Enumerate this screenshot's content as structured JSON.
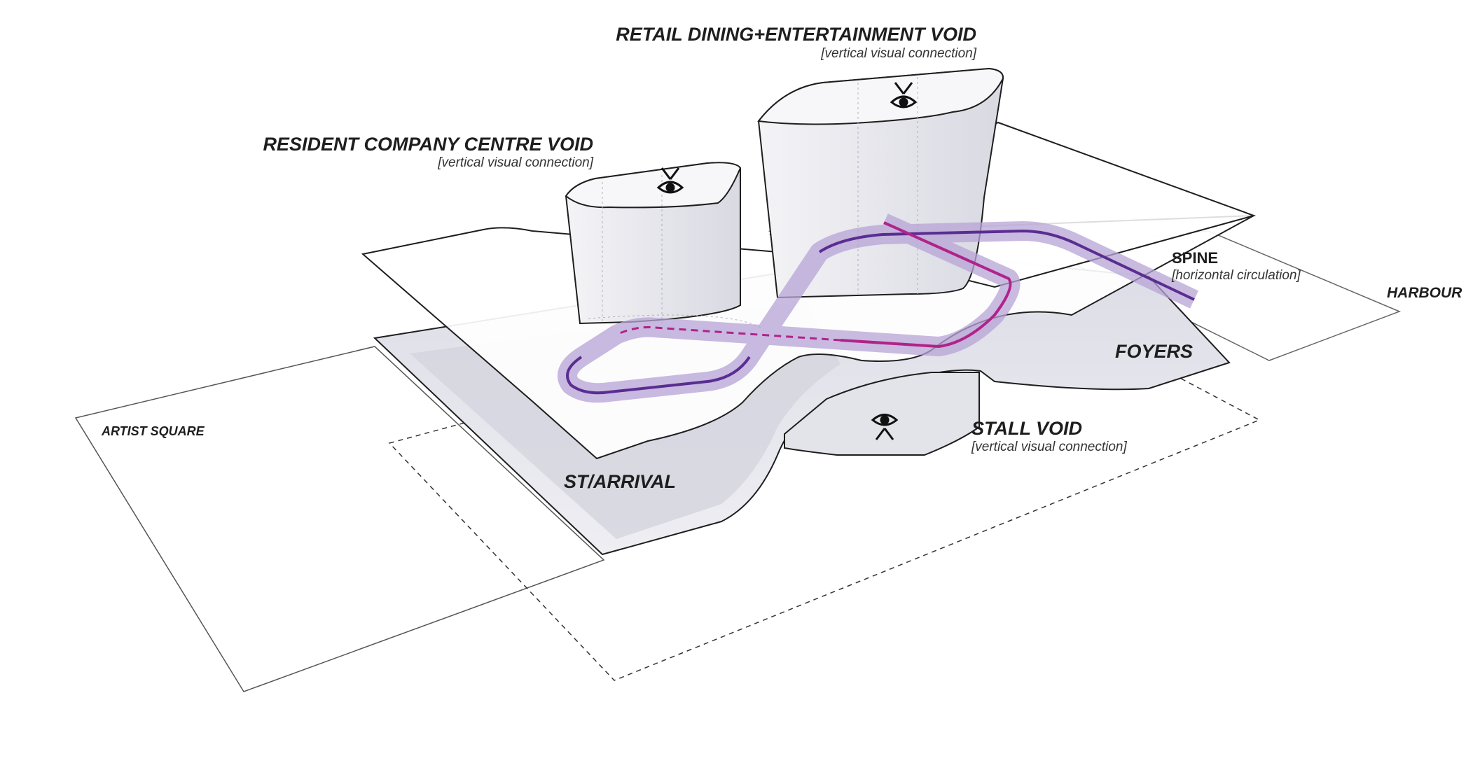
{
  "diagram": {
    "labels": {
      "retail_void_title": "RETAIL DINING+ENTERTAINMENT VOID",
      "retail_void_sub": "[vertical visual connection]",
      "resident_void_title": "RESIDENT COMPANY CENTRE VOID",
      "resident_void_sub": "[vertical visual connection]",
      "spine_title": "SPINE",
      "spine_sub": "[horizontal circulation]",
      "harbour": "HARBOUR",
      "foyers": "FOYERS",
      "stall_void_title": "STALL VOID",
      "stall_void_sub": "[vertical visual connection]",
      "artist_square": "ARTIST SQUARE",
      "arrival": "ST/ARRIVAL"
    },
    "colors": {
      "outline": "#1e1e1e",
      "void_fill": "#e9e9ef",
      "shadow_fill": "#dcdce6",
      "spine_purple": "#5a2d91",
      "spine_magenta": "#b0238a",
      "spine_fill": "#b7a3d6"
    },
    "icons": [
      "eye-icon",
      "eye-icon",
      "eye-icon"
    ]
  }
}
